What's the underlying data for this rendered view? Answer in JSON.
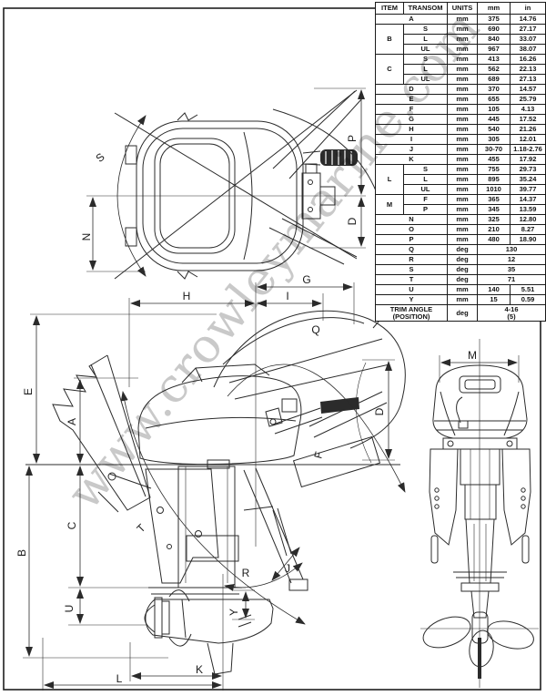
{
  "watermark": {
    "text": "www.crowleymarine.com",
    "color": "#c9c9c9"
  },
  "table": {
    "headers": [
      "ITEM",
      "TRANSOM",
      "UNITS",
      "mm",
      "in"
    ],
    "rows": [
      {
        "item": "A",
        "units": "mm",
        "mm": "375",
        "in": "14.76"
      },
      {
        "item": "B",
        "span": 3,
        "transom": "S",
        "units": "mm",
        "mm": "690",
        "in": "27.17"
      },
      {
        "transom": "L",
        "units": "mm",
        "mm": "840",
        "in": "33.07"
      },
      {
        "transom": "UL",
        "units": "mm",
        "mm": "967",
        "in": "38.07"
      },
      {
        "item": "C",
        "span": 3,
        "transom": "S",
        "units": "mm",
        "mm": "413",
        "in": "16.26"
      },
      {
        "transom": "L",
        "units": "mm",
        "mm": "562",
        "in": "22.13"
      },
      {
        "transom": "UL",
        "units": "mm",
        "mm": "689",
        "in": "27.13"
      },
      {
        "item": "D",
        "units": "mm",
        "mm": "370",
        "in": "14.57"
      },
      {
        "item": "E",
        "units": "mm",
        "mm": "655",
        "in": "25.79"
      },
      {
        "item": "F",
        "units": "mm",
        "mm": "105",
        "in": "4.13"
      },
      {
        "item": "G",
        "units": "mm",
        "mm": "445",
        "in": "17.52"
      },
      {
        "item": "H",
        "units": "mm",
        "mm": "540",
        "in": "21.26"
      },
      {
        "item": "I",
        "units": "mm",
        "mm": "305",
        "in": "12.01"
      },
      {
        "item": "J",
        "units": "mm",
        "mm": "30-70",
        "in": "1.18-2.76"
      },
      {
        "item": "K",
        "units": "mm",
        "mm": "455",
        "in": "17.92"
      },
      {
        "item": "L",
        "span": 3,
        "transom": "S",
        "units": "mm",
        "mm": "755",
        "in": "29.73"
      },
      {
        "transom": "L",
        "units": "mm",
        "mm": "895",
        "in": "35.24"
      },
      {
        "transom": "UL",
        "units": "mm",
        "mm": "1010",
        "in": "39.77"
      },
      {
        "item": "M",
        "span": 2,
        "transom": "F",
        "units": "mm",
        "mm": "365",
        "in": "14.37"
      },
      {
        "transom": "P",
        "units": "mm",
        "mm": "345",
        "in": "13.59"
      },
      {
        "item": "N",
        "units": "mm",
        "mm": "325",
        "in": "12.80"
      },
      {
        "item": "O",
        "units": "mm",
        "mm": "210",
        "in": "8.27"
      },
      {
        "item": "P",
        "units": "mm",
        "mm": "480",
        "in": "18.90"
      },
      {
        "item": "Q",
        "units": "deg",
        "merged": "130"
      },
      {
        "item": "R",
        "units": "deg",
        "merged": "12"
      },
      {
        "item": "S",
        "units": "deg",
        "merged": "35"
      },
      {
        "item": "T",
        "units": "deg",
        "merged": "71"
      },
      {
        "item": "U",
        "units": "mm",
        "mm": "140",
        "in": "5.51"
      },
      {
        "item": "Y",
        "units": "mm",
        "mm": "15",
        "in": "0.59"
      },
      {
        "item": "TRIM ANGLE\n(POSITION)",
        "units": "deg",
        "merged": "4-16\n(5)",
        "tall": true
      }
    ]
  },
  "labels": {
    "S": "S",
    "N": "N",
    "P": "P",
    "D_top": "D",
    "E": "E",
    "A": "A",
    "B": "B",
    "C": "C",
    "H": "H",
    "I": "I",
    "G": "G",
    "Q": "Q",
    "T": "T",
    "U": "U",
    "Y": "Y",
    "R": "R",
    "J": "J",
    "F": "F",
    "D_side": "D",
    "K": "K",
    "L": "L",
    "M": "M"
  }
}
